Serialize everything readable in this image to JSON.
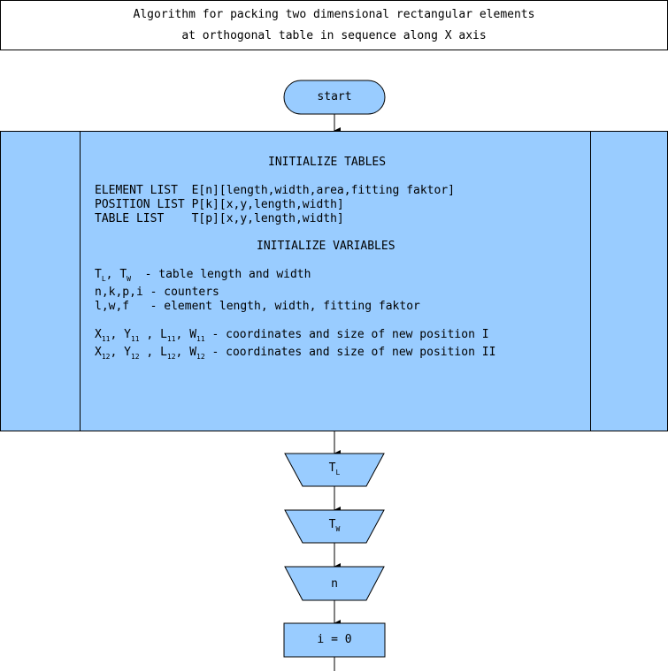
{
  "title": {
    "line1": "Algorithm for packing two dimensional rectangular elements",
    "line2": "at orthogonal table in sequence along X axis"
  },
  "start": {
    "label": "start"
  },
  "init": {
    "tables_heading": "INITIALIZE TABLES",
    "tables": [
      "ELEMENT LIST  E[n][length,width,area,fitting faktor]",
      "POSITION LIST P[k][x,y,length,width]",
      "TABLE LIST    T[p][x,y,length,width]"
    ],
    "variables_heading": "INITIALIZE VARIABLES",
    "var_table_dims": {
      "base1": "T",
      "sub1": "L",
      "sep": ", ",
      "base2": "T",
      "sub2": "W",
      "desc": "  - table length and width"
    },
    "var_counters": "n,k,p,i - counters",
    "var_element": "l,w,f   - element length, width, fitting faktor",
    "pos1": {
      "parts": [
        {
          "b": "X",
          "s": "11"
        },
        {
          "b": "Y",
          "s": "11"
        },
        {
          "b": "L",
          "s": "11"
        },
        {
          "b": "W",
          "s": "11"
        }
      ],
      "desc": " - coordinates and size of new position I"
    },
    "pos2": {
      "parts": [
        {
          "b": "X",
          "s": "12"
        },
        {
          "b": "Y",
          "s": "12"
        },
        {
          "b": "L",
          "s": "12"
        },
        {
          "b": "W",
          "s": "12"
        }
      ],
      "desc": " - coordinates and size of new position II"
    }
  },
  "inputs": [
    {
      "base": "T",
      "sub": "L"
    },
    {
      "base": "T",
      "sub": "W"
    },
    {
      "base": "n",
      "sub": ""
    }
  ],
  "assign": {
    "label": "i = 0"
  },
  "colors": {
    "fill": "#99ccff",
    "stroke": "#000000"
  }
}
